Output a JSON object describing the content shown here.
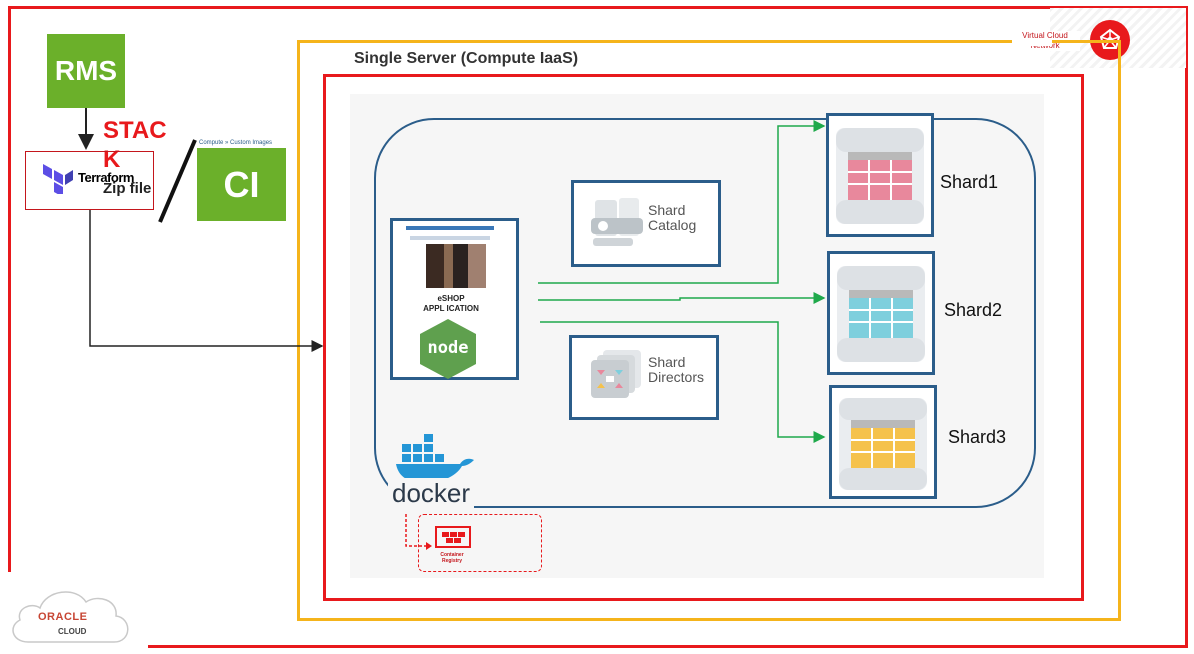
{
  "colors": {
    "vcn_border": "#e8191c",
    "single_server_border": "#f5b41b",
    "compute_border": "#e8191c",
    "green_box": "#6bb02a",
    "panel_border": "#2b5d8a",
    "arrow_green": "#1fa94b",
    "shard1": "#e8889c",
    "shard2": "#7ecfdd",
    "shard3": "#f5c24c",
    "docker_blue": "#2496d6",
    "docker_text": "#2c3a4a"
  },
  "rms": {
    "label": "RMS"
  },
  "stack": {
    "label_line1": "STAC",
    "label_line2": "K"
  },
  "terraform": {
    "label": "Terraform",
    "zip_label": "Zip file"
  },
  "ci": {
    "caption": "Compute » Custom Images",
    "label": "CI"
  },
  "vcn": {
    "line1": "Virtual Cloud",
    "line2": "Network"
  },
  "single_server": {
    "title": "Single Server (Compute IaaS)"
  },
  "eshop": {
    "line1": "eSHOP",
    "line2": "APPL ICATION",
    "node_label": "node"
  },
  "shard_catalog": {
    "line1": "Shard",
    "line2": "Catalog"
  },
  "shard_directors": {
    "line1": "Shard",
    "line2": "Directors"
  },
  "shards": [
    {
      "name": "Shard1"
    },
    {
      "name": "Shard2"
    },
    {
      "name": "Shard3"
    }
  ],
  "docker": {
    "label": "docker"
  },
  "registry": {
    "line1": "Container",
    "line2": "Registry"
  },
  "oracle": {
    "line1": "ORACLE",
    "line2": "CLOUD"
  }
}
